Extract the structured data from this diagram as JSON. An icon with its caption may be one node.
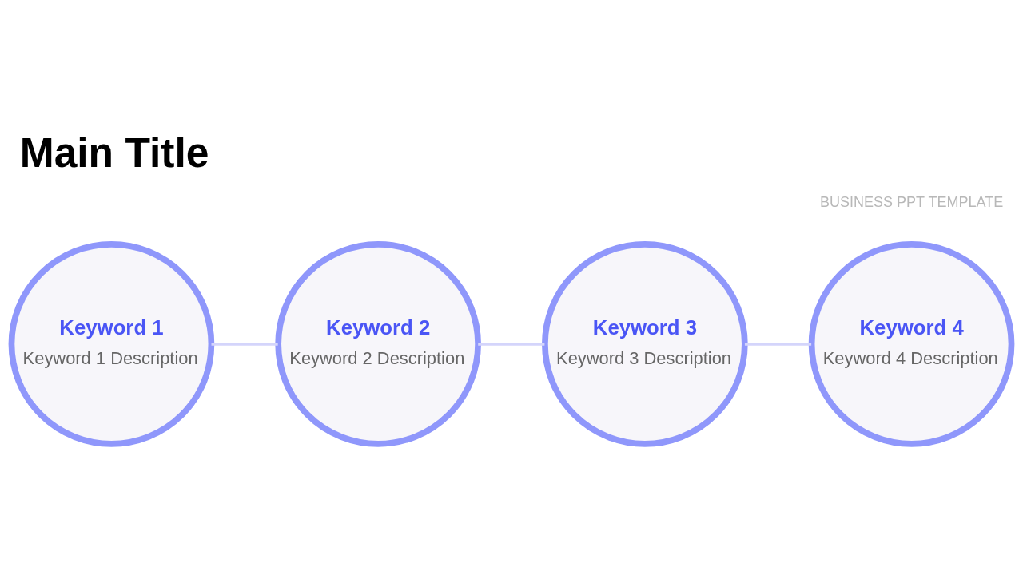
{
  "diagram": {
    "title": "Main Title",
    "nodes": [
      {
        "text": [
          "Keyword 1",
          "Keyword 1 Description"
        ]
      },
      {
        "text": [
          "Keyword 2",
          "Keyword 2 Description"
        ]
      },
      {
        "text": [
          "Keyword 3",
          "Keyword 3 Description"
        ]
      },
      {
        "text": [
          "Keyword 4",
          "Keyword 4 Description"
        ]
      }
    ],
    "edges": [
      {
        "from": 0,
        "to": 1,
        "arrow": "none"
      },
      {
        "from": 1,
        "to": 2,
        "arrow": "none"
      },
      {
        "from": 2,
        "to": 3,
        "arrow": "none"
      }
    ],
    "labels": [
      "BUSINESS PPT TEMPLATE"
    ]
  }
}
